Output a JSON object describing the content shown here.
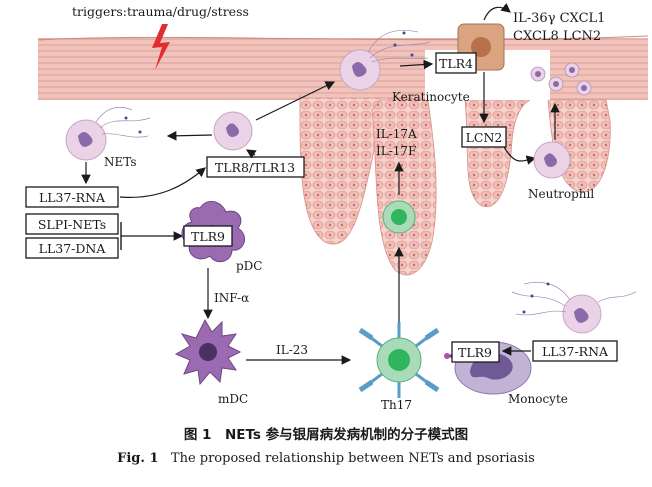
{
  "labels": {
    "triggers": "triggers:trauma/drug/stress",
    "tlr4": "TLR4",
    "cytokines_line1": "IL-36γ CXCL1",
    "cytokines_line2": "CXCL8 LCN2",
    "keratinocyte": "Keratinocyte",
    "nets": "NETs",
    "ll37_rna": "LL37-RNA",
    "tlr8_tlr13": "TLR8/TLR13",
    "il17a": "IL-17A",
    "il17f": "IL-17F",
    "lcn2": "LCN2",
    "neutrophil": "Neutrophil",
    "slpi_nets": "SLPI-NETs",
    "ll37_dna": "LL37-DNA",
    "tlr9_pdc": "TLR9",
    "pdc": "pDC",
    "inf_alpha": "INF-α",
    "il23": "IL-23",
    "mdc": "mDC",
    "th17": "Th17",
    "tlr9_monocyte": "TLR9",
    "ll37_rna_monocyte": "LL37-RNA",
    "monocyte": "Monocyte"
  },
  "caption": {
    "cn": "图 1　NETs 参与银屑病发病机制的分子模式图",
    "en_prefix": "Fig. 1",
    "en_text": "The proposed relationship between NETs and psoriasis"
  },
  "colors": {
    "skin": "#f2c9c2",
    "skin_line": "#c98a85",
    "cell_pink": "#ead3e6",
    "cell_purple": "#8b6aa9",
    "pdc_purple": "#9a6bb0",
    "th17_green": "#2fb55e",
    "th17_blue": "#5b9bc7",
    "keratinocyte_tan": "#d9a47f",
    "lightning_red": "#e12d2d"
  }
}
